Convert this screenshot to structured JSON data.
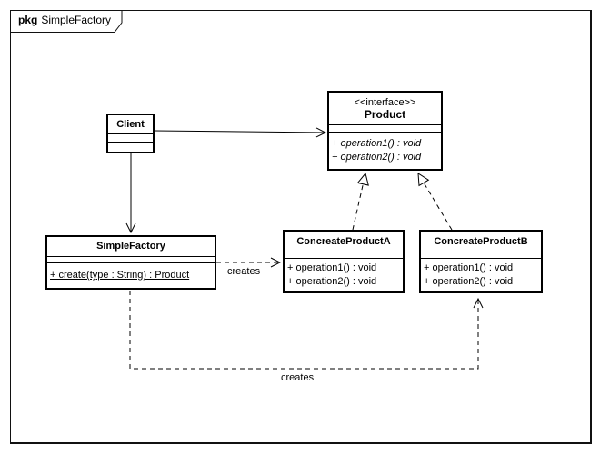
{
  "package": {
    "keyword": "pkg",
    "name": "SimpleFactory"
  },
  "classes": {
    "client": {
      "name": "Client"
    },
    "product": {
      "stereotype": "<<interface>>",
      "name": "Product",
      "operations": [
        "+ operation1() : void",
        "+ operation2() : void"
      ]
    },
    "simple_factory": {
      "name": "SimpleFactory",
      "operations": [
        "+ create(type : String) : Product"
      ]
    },
    "concreate_product_a": {
      "name": "ConcreateProductA",
      "operations": [
        "+ operation1() : void",
        "+ operation2() : void"
      ]
    },
    "concreate_product_b": {
      "name": "ConcreateProductB",
      "operations": [
        "+ operation1() : void",
        "+ operation2() : void"
      ]
    }
  },
  "edges": {
    "factory_creates_a_label": "creates",
    "factory_creates_b_label": "creates"
  },
  "colors": {
    "line": "#000000",
    "background": "#ffffff"
  }
}
